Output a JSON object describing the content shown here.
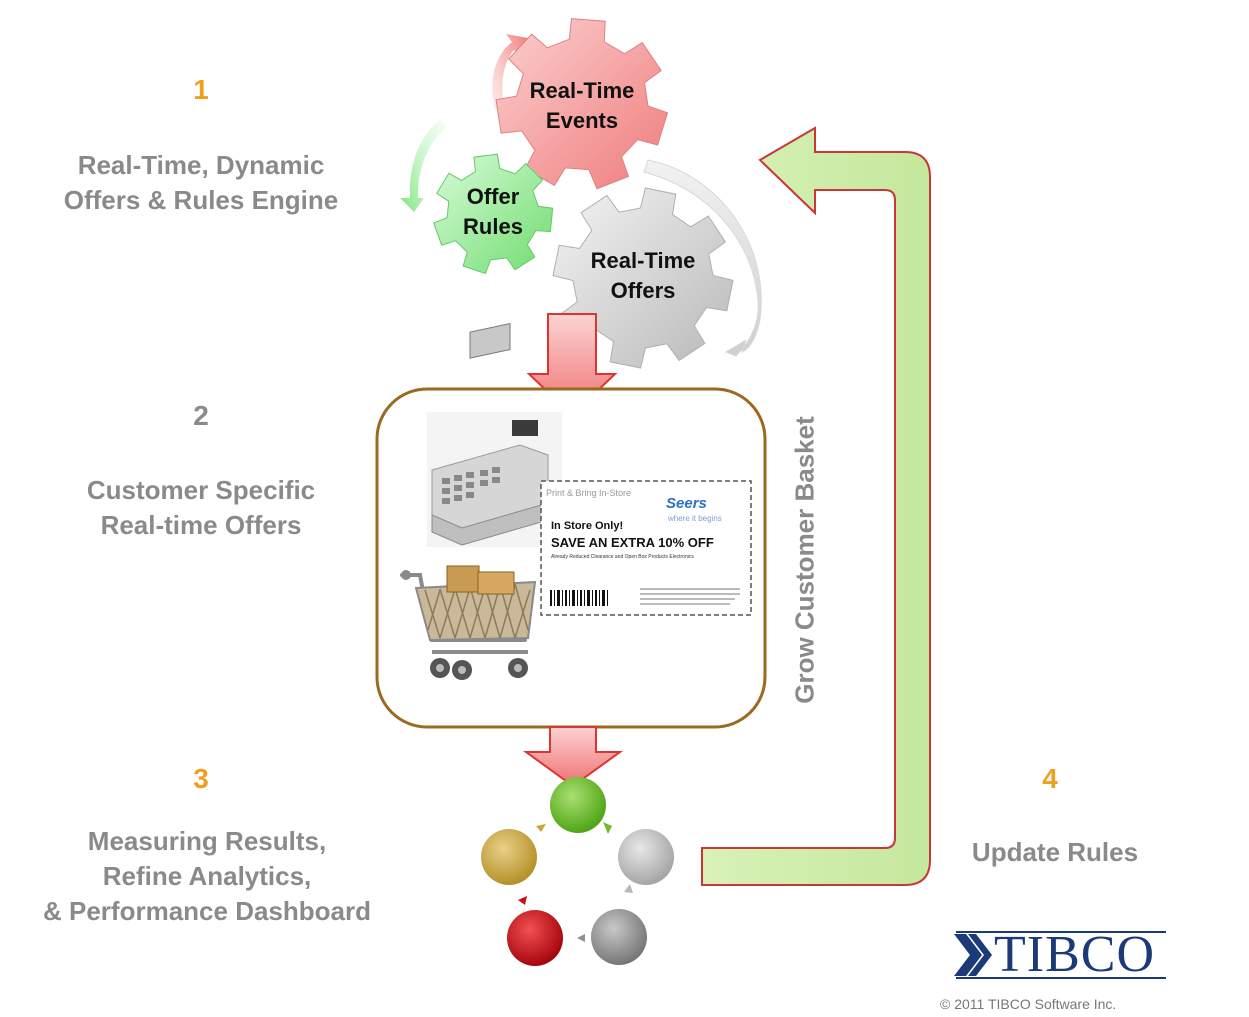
{
  "steps": [
    {
      "number": "1",
      "lines": [
        "Real-Time, Dynamic",
        "Offers & Rules Engine"
      ]
    },
    {
      "number": "2",
      "lines": [
        "Customer Specific",
        "Real-time Offers"
      ]
    },
    {
      "number": "3",
      "lines": [
        "Measuring Results,",
        "Refine Analytics,",
        "& Performance Dashboard"
      ]
    },
    {
      "number": "4",
      "lines": [
        "Update Rules"
      ]
    }
  ],
  "gears": [
    {
      "lines": [
        "Real-Time",
        "Events"
      ],
      "color": "#f49a9a"
    },
    {
      "lines": [
        "Offer",
        "Rules"
      ],
      "color": "#98ee98"
    },
    {
      "lines": [
        "Real-Time",
        "Offers"
      ],
      "color": "#dcdcdc"
    }
  ],
  "side_label": "Grow Customer Basket",
  "coupon": {
    "header": "Print & Bring In-Store",
    "brand": "Seers",
    "tagline": "where it begins",
    "line1": "In Store Only!",
    "line2": "SAVE AN EXTRA 10% OFF",
    "line3": "Already Reduced Clearance and Open Box Products Electronics"
  },
  "cycle_colors": [
    "#6cbd2c",
    "#b8b8b8",
    "#8f8f8f",
    "#c80f14",
    "#c9a634"
  ],
  "logo": {
    "text": "TIBCO",
    "color": "#1a3a78"
  },
  "copyright": "© 2011 TIBCO Software Inc."
}
